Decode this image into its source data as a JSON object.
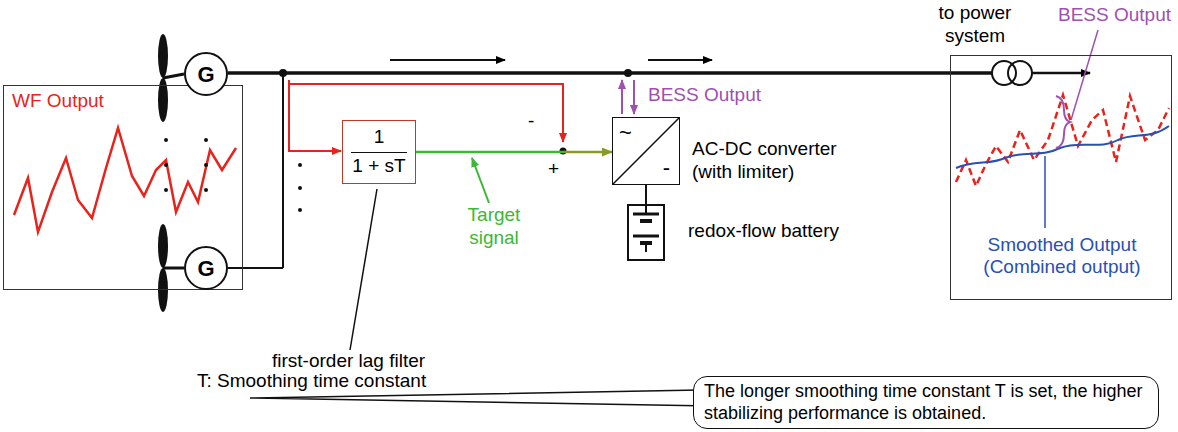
{
  "diagram": {
    "nodes": [
      {
        "text": [
          "WF Output"
        ]
      },
      {
        "text": [
          "G"
        ]
      },
      {
        "text": [
          "G"
        ]
      },
      {
        "text": [
          "1",
          "1 + sT"
        ]
      },
      {
        "text": [
          "~",
          "-"
        ]
      },
      {
        "text": [
          "Smoothed Output (Combined output)"
        ]
      },
      {
        "text": [
          "The longer smoothing time constant T is set, the higher stabilizing performance is obtained."
        ]
      }
    ],
    "edges": [
      {
        "from": 3,
        "to": 4,
        "arrow": "to"
      }
    ],
    "labels": [
      "to power system",
      "BESS Output",
      "-",
      "+",
      "AC-DC converter (with limiter)",
      "redox-flow battery",
      "Target signal",
      "first-order lag filter",
      "T: Smoothing time constant",
      "BESS Output"
    ]
  }
}
